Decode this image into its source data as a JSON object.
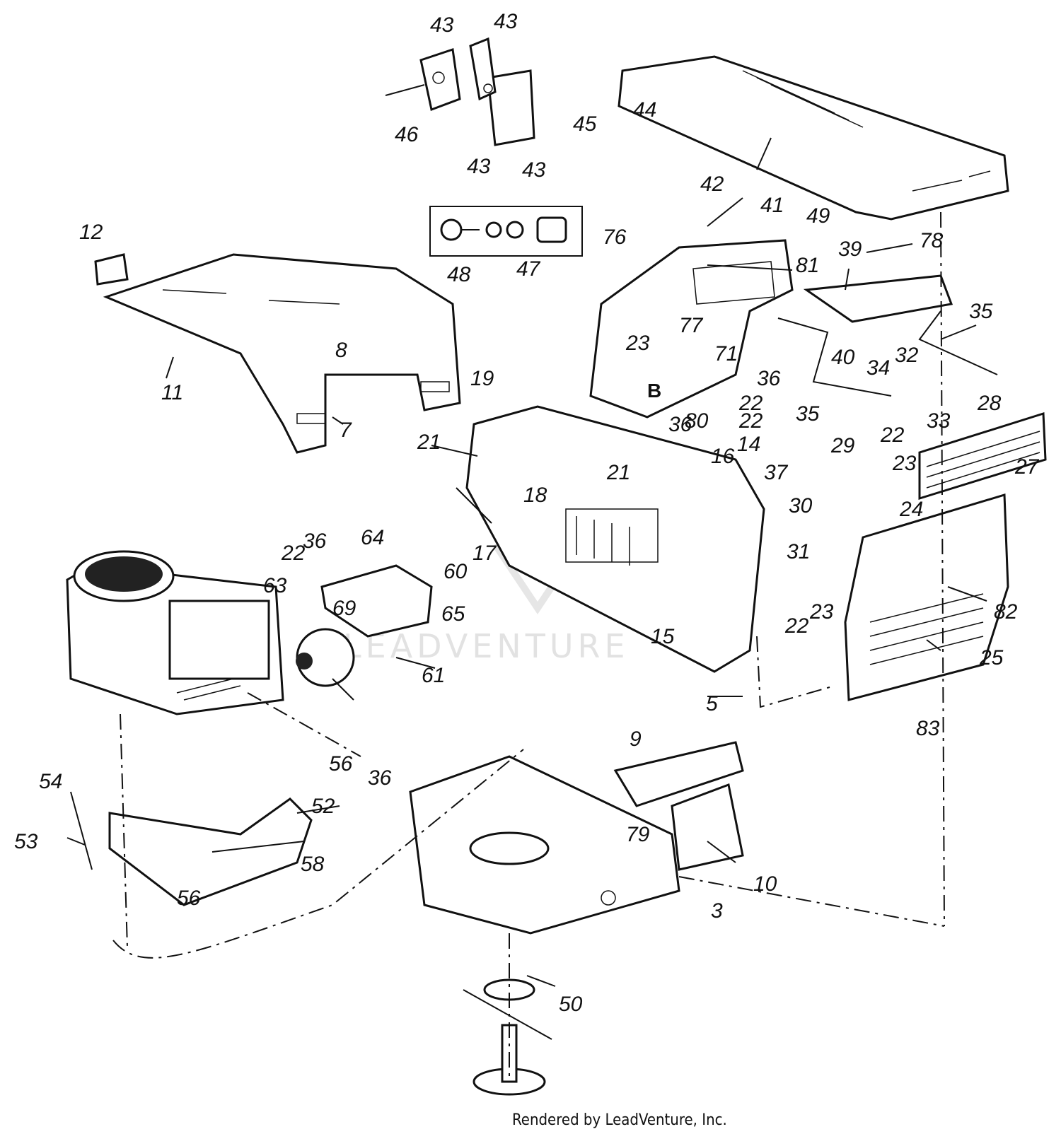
{
  "diagram": {
    "watermark": "LEADVENTURE",
    "footer_text": "Rendered by LeadVenture, Inc.",
    "detail_label": "B",
    "callouts": [
      "43",
      "43",
      "43",
      "43",
      "46",
      "45",
      "44",
      "42",
      "41",
      "49",
      "12",
      "48",
      "47",
      "76",
      "78",
      "81",
      "39",
      "35",
      "8",
      "11",
      "77",
      "23",
      "71",
      "22",
      "36",
      "40",
      "34",
      "32",
      "33",
      "35",
      "7",
      "19",
      "21",
      "36",
      "80",
      "22",
      "21",
      "16",
      "14",
      "37",
      "29",
      "22",
      "23",
      "28",
      "27",
      "18",
      "30",
      "24",
      "17",
      "31",
      "82",
      "36",
      "64",
      "22",
      "60",
      "63",
      "69",
      "65",
      "23",
      "22",
      "25",
      "15",
      "61",
      "83",
      "5",
      "9",
      "56",
      "36",
      "54",
      "52",
      "53",
      "58",
      "79",
      "56",
      "10",
      "3",
      "50"
    ]
  }
}
